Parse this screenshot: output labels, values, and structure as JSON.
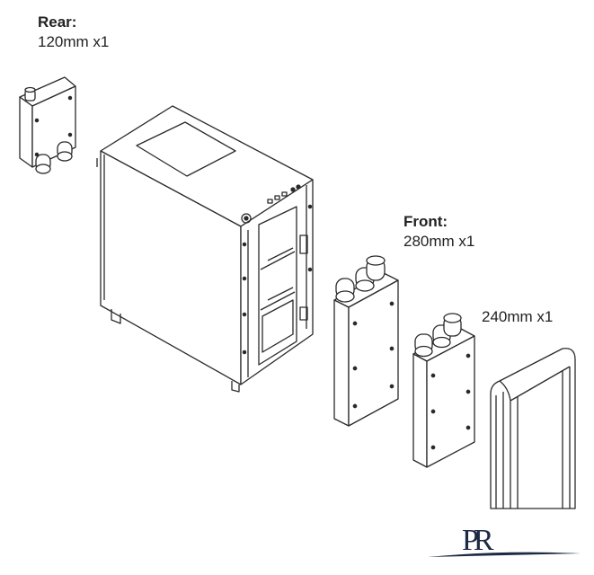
{
  "labels": {
    "rear_heading": "Rear:",
    "rear_spec": "120mm x1",
    "front_heading": "Front:",
    "front_spec": "280mm x1",
    "extra_spec": "240mm x1"
  },
  "logo": {
    "text": "PR"
  },
  "colors": {
    "line": "#2a2a2a",
    "fill": "#ffffff",
    "accent": "#1d2a44"
  }
}
